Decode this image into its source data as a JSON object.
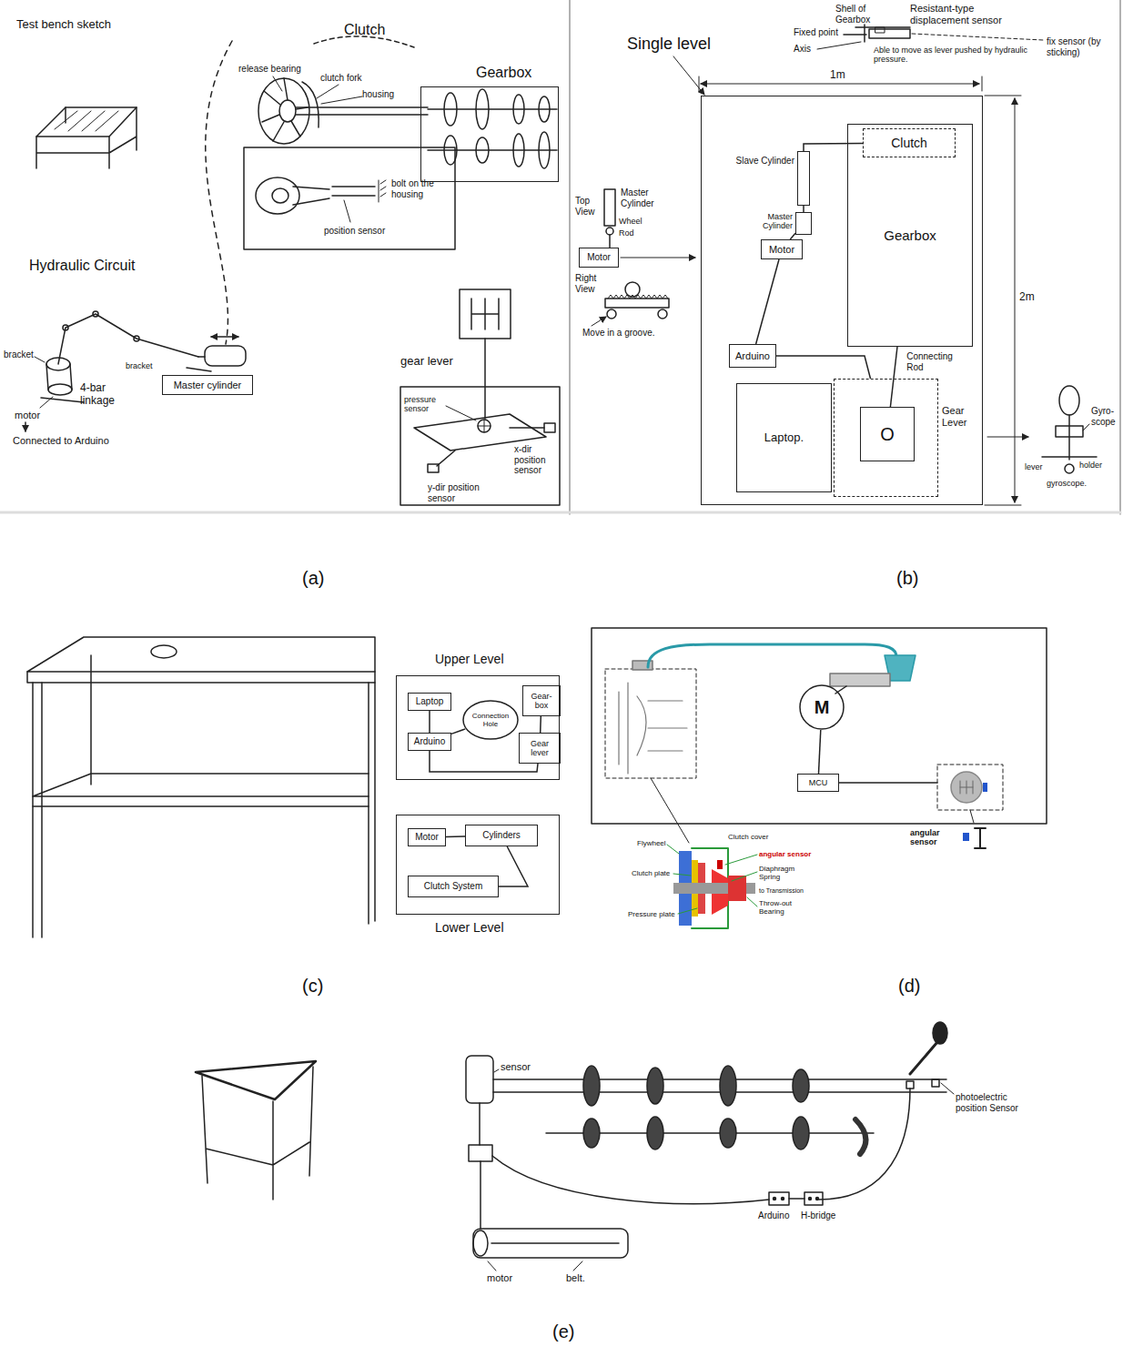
{
  "diagram": {
    "nodes": [
      {
        "text": [
          "Gearbox"
        ]
      },
      {
        "text": [
          "Master cylinder"
        ]
      },
      {
        "text": [
          "Single level"
        ]
      },
      {
        "text": [
          "Gearbox"
        ],
        "in": 2
      },
      {
        "text": [
          "Clutch"
        ],
        "in": 3
      },
      {
        "text": [
          "Slave Cylinder"
        ],
        "in": 2
      },
      {
        "text": [
          "Master Cylinder"
        ],
        "in": 2
      },
      {
        "text": [
          "Motor"
        ],
        "in": 2
      },
      {
        "text": [
          "Arduino"
        ],
        "in": 2
      },
      {
        "text": [
          "Laptop."
        ],
        "in": 2
      },
      {
        "text": [
          "Gear Lever"
        ],
        "in": 2
      },
      {
        "text": [
          "O"
        ],
        "in": 10
      },
      {
        "text": [
          "Motor"
        ]
      },
      {
        "text": [
          "Upper Level"
        ]
      },
      {
        "text": [
          "Laptop"
        ],
        "in": 13
      },
      {
        "text": [
          "Connection Hole"
        ],
        "in": 13
      },
      {
        "text": [
          "Gear-box"
        ],
        "in": 13
      },
      {
        "text": [
          "Arduino"
        ],
        "in": 13
      },
      {
        "text": [
          "Gear lever"
        ],
        "in": 13
      },
      {
        "text": [
          "Lower Level"
        ]
      },
      {
        "text": [
          "Motor"
        ],
        "in": 19
      },
      {
        "text": [
          "Cylinders"
        ],
        "in": 19
      },
      {
        "text": [
          "Clutch System"
        ],
        "in": 19
      },
      {
        "text": [
          "M"
        ]
      },
      {
        "text": [
          "MCU"
        ]
      }
    ],
    "edges": [
      {
        "from": 5,
        "to": 4,
        "arrow": "none"
      },
      {
        "from": 6,
        "to": 5,
        "arrow": "none"
      },
      {
        "from": 7,
        "to": 6,
        "arrow": "none"
      },
      {
        "from": 8,
        "to": 7,
        "arrow": "none"
      },
      {
        "from": 8,
        "to": 10,
        "arrow": "none"
      },
      {
        "from": 3,
        "to": 11,
        "label": "Connecting Rod",
        "arrow": "none"
      },
      {
        "from": 14,
        "to": 17,
        "arrow": "none"
      },
      {
        "from": 17,
        "to": 15,
        "arrow": "none"
      },
      {
        "from": 16,
        "to": 18,
        "arrow": "none"
      },
      {
        "from": 17,
        "to": 18,
        "arrow": "none"
      },
      {
        "from": 20,
        "to": 21,
        "arrow": "none"
      },
      {
        "from": 21,
        "to": 22,
        "arrow": "none"
      },
      {
        "from": 23,
        "to": 24,
        "arrow": "none"
      }
    ],
    "labels": [
      "Test bench sketch",
      "Clutch",
      "release bearing",
      "clutch fork",
      "housing",
      "bolt on the housing",
      "position sensor",
      "Hydraulic Circuit",
      "bracket",
      "4-bar linkage",
      "motor",
      "Connected to Arduino",
      "bracket",
      "gear lever",
      "pressure sensor",
      "x-dir position sensor",
      "y-dir position sensor",
      "(a)",
      "Shell of Gearbox",
      "Resistant-type displacement sensor",
      "Fixed point",
      "Axis",
      "fix sensor (by sticking)",
      "Able to move as lever pushed by hydraulic pressure.",
      "1m",
      "2m",
      "Top View",
      "Master Cylinder",
      "Wheel",
      "Rod",
      "Right View",
      "Move in a groove.",
      "Gyro-scope",
      "lever",
      "holder",
      "gyroscope.",
      "(b)",
      "(c)",
      "angular sensor",
      "Flywheel",
      "Clutch cover",
      "Clutch plate",
      "Diaphragm Spring",
      "to Transmission",
      "Throw-out Bearing",
      "Pressure plate",
      "angular sensor",
      "(d)",
      "sensor",
      "photoelectric position Sensor",
      "Arduino",
      "H-bridge",
      "motor",
      "belt.",
      "(e)"
    ]
  }
}
